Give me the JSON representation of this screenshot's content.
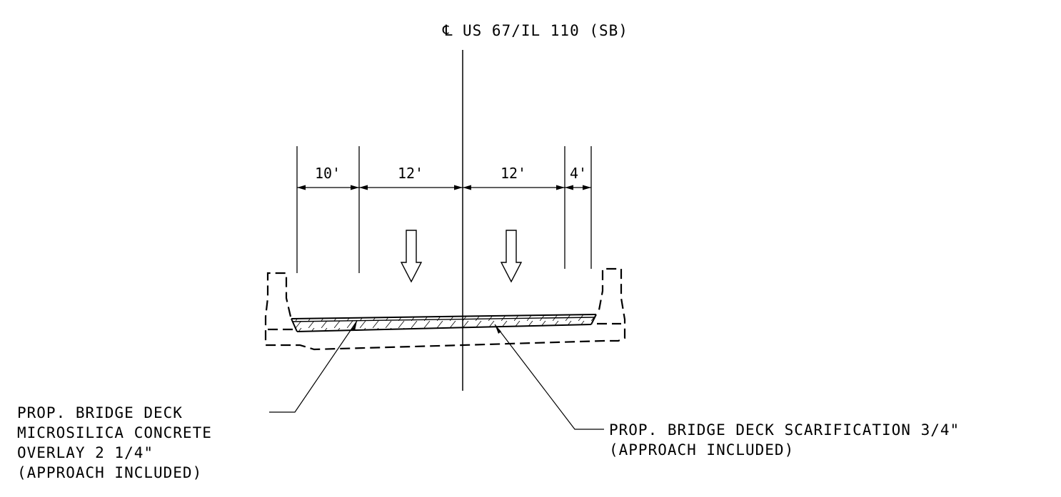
{
  "centerline": {
    "symbol": "℄",
    "label": "US 67/IL 110 (SB)"
  },
  "dimensions": [
    "10'",
    "12'",
    "12'",
    "4'"
  ],
  "callouts": {
    "left": [
      "PROP. BRIDGE DECK",
      "MICROSILICA CONCRETE",
      "OVERLAY 2 1/4\"",
      "(APPROACH INCLUDED)"
    ],
    "right": [
      "PROP. BRIDGE DECK SCARIFICATION 3/4\"",
      "(APPROACH INCLUDED)"
    ]
  }
}
